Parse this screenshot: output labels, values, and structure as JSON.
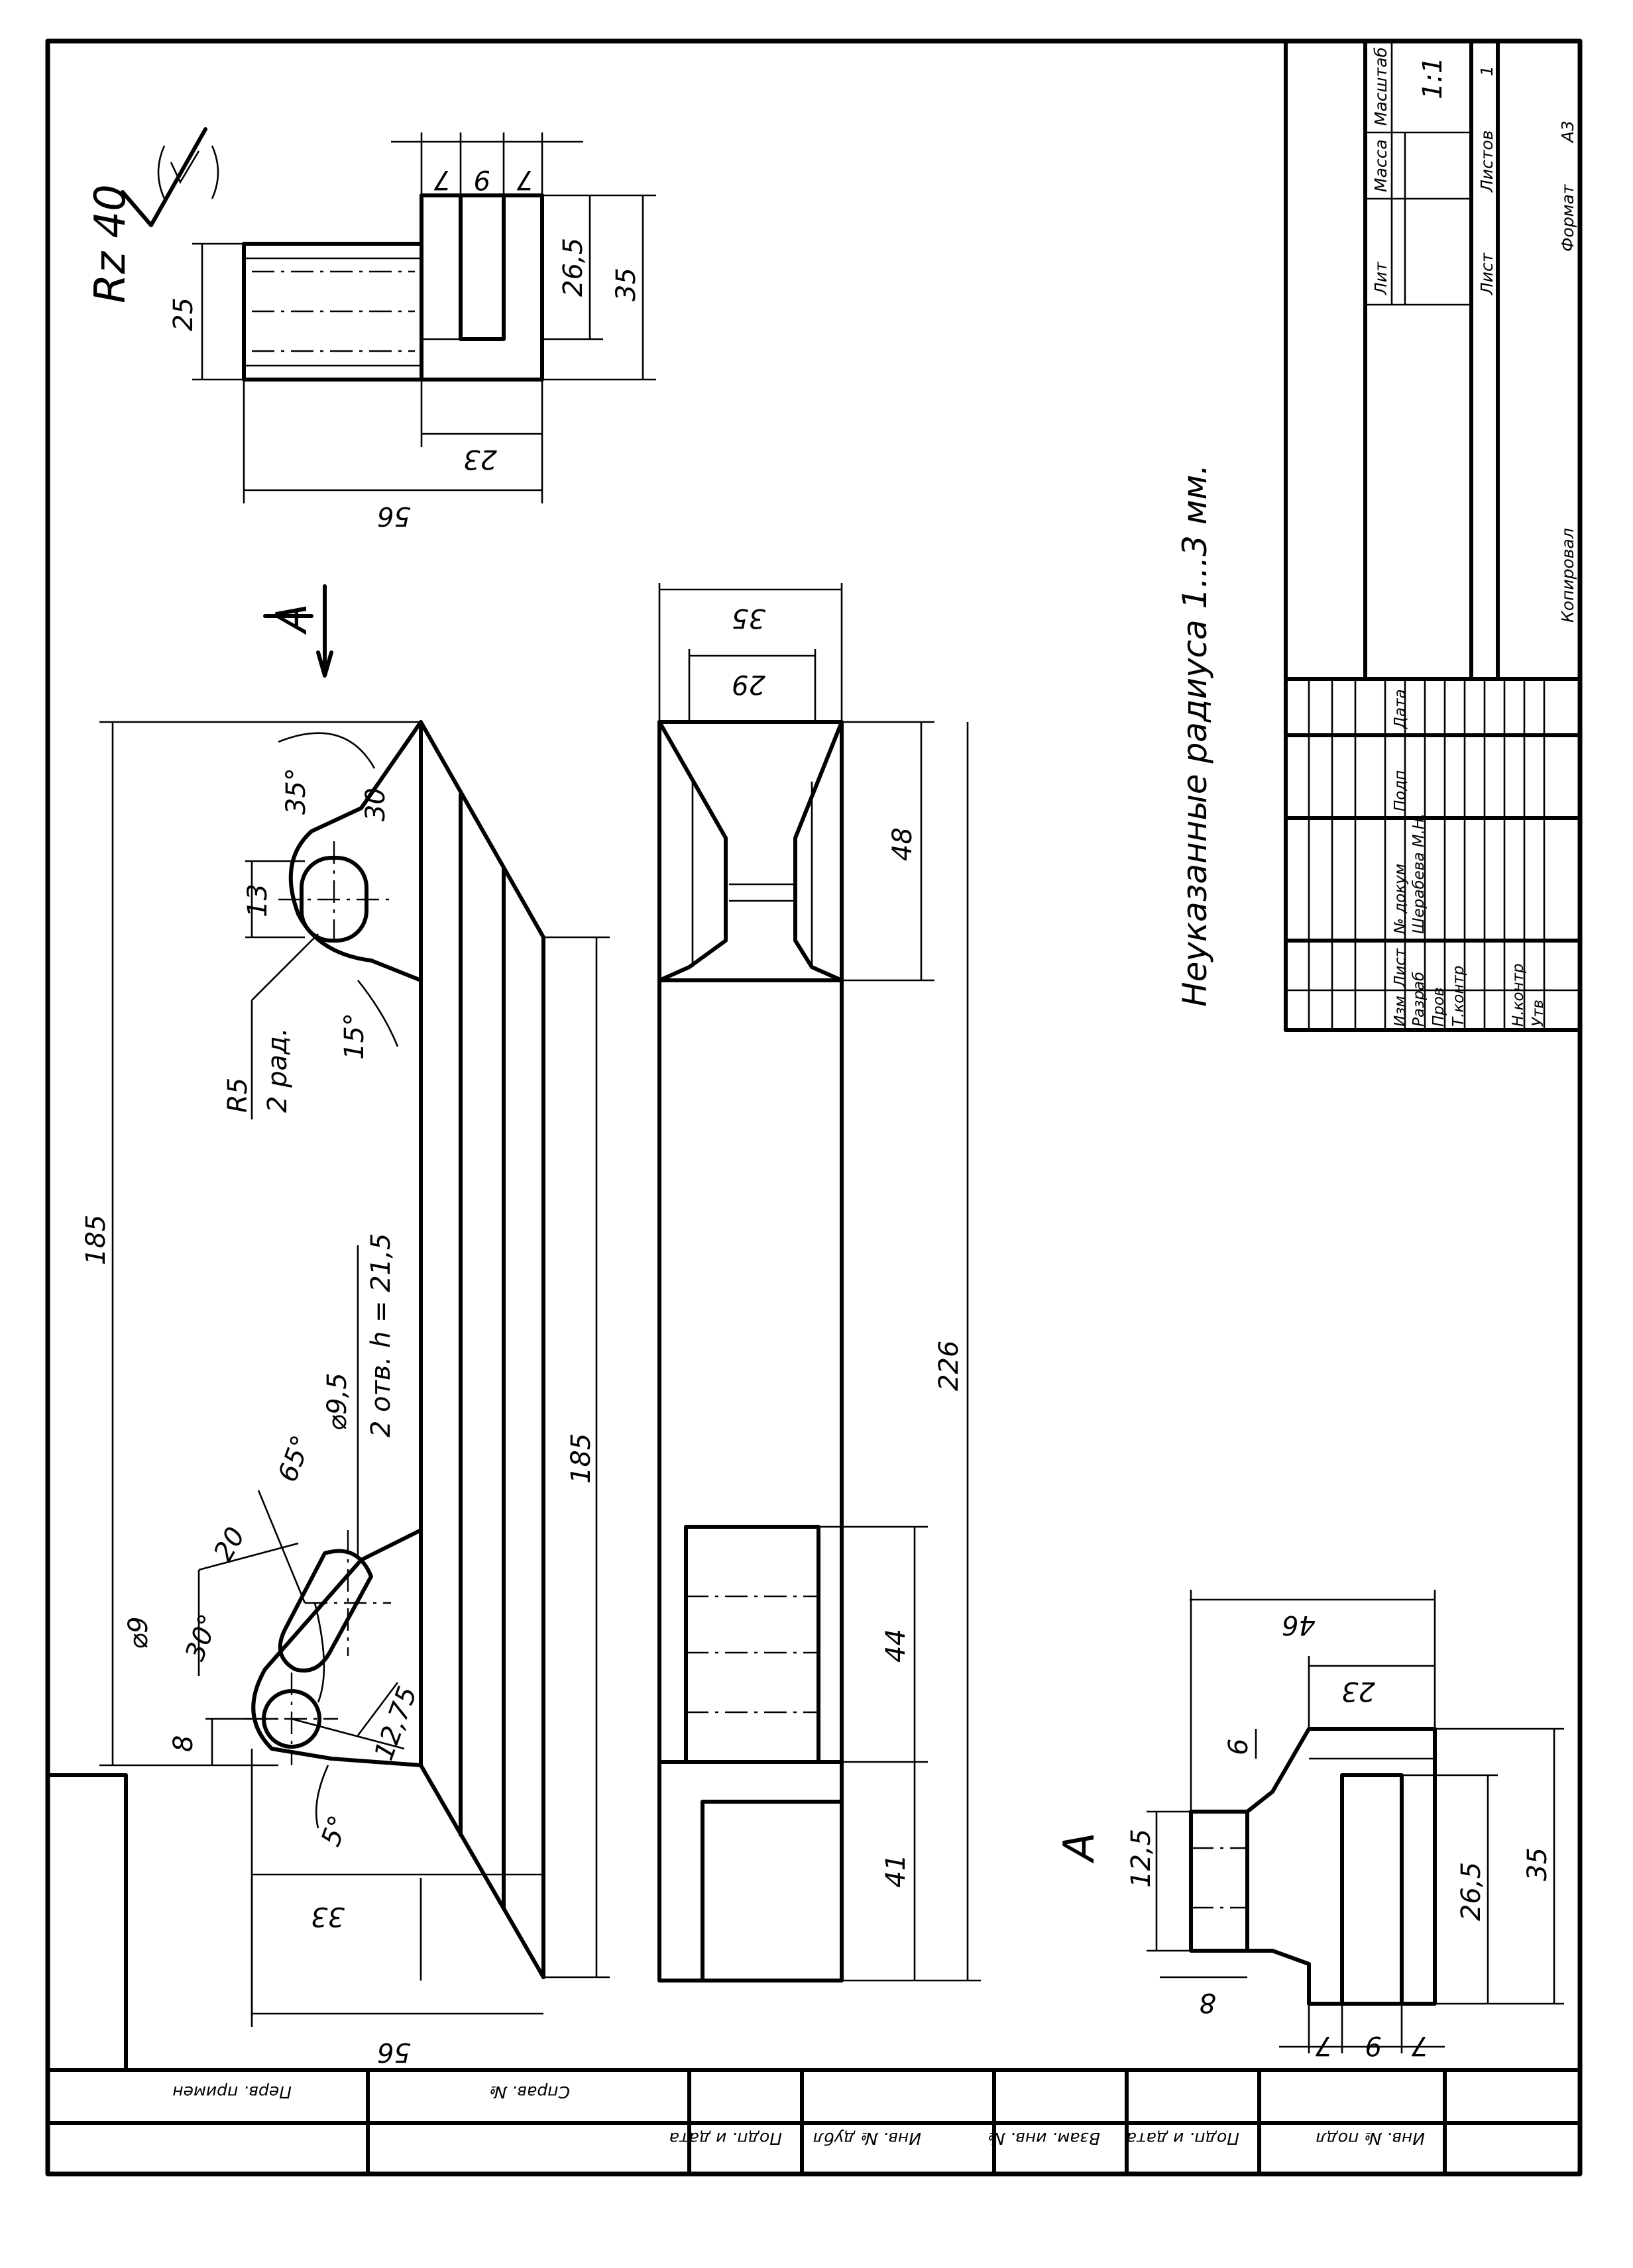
{
  "main_view": {
    "arrow_label": "А",
    "dim_185_left": "185",
    "dim_185_bottom": "185",
    "dim_35_angle": "35°",
    "dim_30": "30",
    "dim_13": "13",
    "radius_label": "R5",
    "radius_note": "2 рад.",
    "dim_15": "15°",
    "hole_label": "⌀9,5",
    "hole_note": "2 отв. h = 21,5",
    "dim_65": "65°",
    "dim_20": "20",
    "dim_30_angle": "30°",
    "dim_phi9": "⌀9",
    "dim_8": "8",
    "dim_12_75": "12,75",
    "dim_5": "5°",
    "dim_33": "33",
    "dim_56": "56"
  },
  "top_view": {
    "surface_finish": "Rz 40",
    "finish_paren": "(√)",
    "dim_7a": "7",
    "dim_9": "9",
    "dim_7b": "7",
    "dim_26_5": "26,5",
    "dim_35": "35",
    "dim_25": "25",
    "dim_23": "23",
    "dim_56": "56"
  },
  "middle_view": {
    "dim_35": "35",
    "dim_29": "29",
    "dim_48": "48",
    "dim_226": "226",
    "dim_44": "44",
    "dim_41": "41"
  },
  "section_a": {
    "label": "А",
    "dim_46": "46",
    "dim_23": "23",
    "dim_6": "6",
    "dim_12_5": "12,5",
    "dim_26_5": "26,5",
    "dim_35": "35",
    "dim_8": "8",
    "dim_7a": "7",
    "dim_9": "9",
    "dim_7b": "7"
  },
  "note": "Неуказанные радиуса 1...3 мм.",
  "title_block": {
    "lit": "Лит",
    "massa": "Масса",
    "masshtab": "Масштаб",
    "scale_value": "1:1",
    "list": "Лист",
    "listov": "Листов",
    "listov_value": "1",
    "izm": "Изм",
    "list_col": "Лист",
    "doc_no": "№ докум",
    "podp": "Подп",
    "data": "Дата",
    "razrab": "Разраб",
    "author": "Шерабева М.Н.",
    "prov": "Пров",
    "tkontr": "Т.контр",
    "nkontr": "Н.контр",
    "utv": "Утв",
    "kopiroval": "Копировал",
    "format": "Формат",
    "format_value": "А3"
  },
  "side_stamp": {
    "perv_primen": "Перв. примен",
    "sprav_no": "Справ. №",
    "podp_data_1": "Подп. и дата",
    "inv_dubl": "Инв. № дубл",
    "vzam_inv": "Взам. инв. №",
    "podp_data_2": "Подп. и дата",
    "inv_podl": "Инв. № подл"
  }
}
